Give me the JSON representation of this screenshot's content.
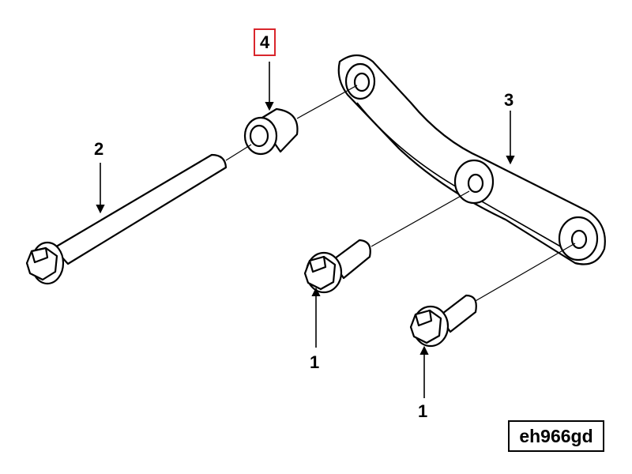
{
  "diagram": {
    "reference_code": "eh966gd",
    "callouts": [
      {
        "id": "bolt-1a",
        "label": "1"
      },
      {
        "id": "bolt-1b",
        "label": "1"
      },
      {
        "id": "long-bolt",
        "label": "2"
      },
      {
        "id": "bracket",
        "label": "3"
      },
      {
        "id": "spacer",
        "label": "4",
        "highlighted": true
      }
    ],
    "colors": {
      "highlight": "#d9262c",
      "line": "#000000"
    }
  }
}
